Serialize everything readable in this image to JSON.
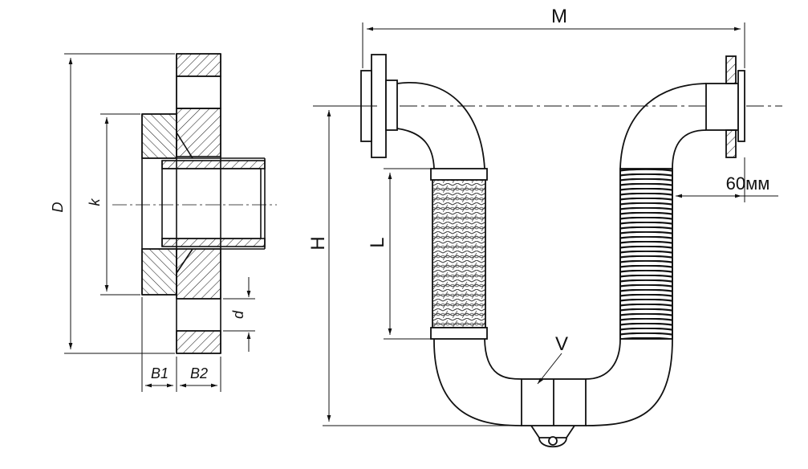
{
  "labels": {
    "D": "D",
    "k": "k",
    "d": "d",
    "B1": "B1",
    "B2": "B2",
    "M": "M",
    "H": "H",
    "L": "L",
    "V": "V",
    "offset": "60мм"
  },
  "colors": {
    "line": "#111111",
    "hatch": "#222222",
    "background": "#ffffff"
  }
}
